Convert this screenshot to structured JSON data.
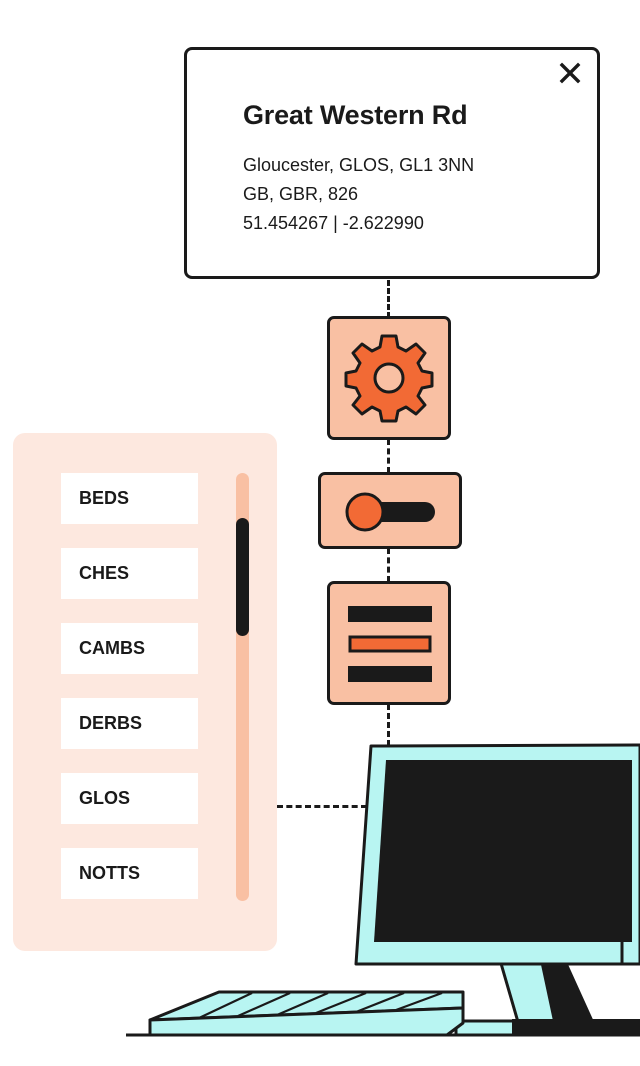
{
  "location_card": {
    "title": "Great Western Rd",
    "address_line": "Gloucester, GLOS, GL1 3NN",
    "country_line": "GB, GBR, 826",
    "coordinates_line": "51.454267 | -2.622990",
    "close_icon": "close-icon"
  },
  "pipeline_icons": [
    "gear-icon",
    "toggle-icon",
    "document-lines-icon"
  ],
  "county_list": {
    "items": [
      "BEDS",
      "CHES",
      "CAMBS",
      "DERBS",
      "GLOS",
      "NOTTS"
    ]
  },
  "colors": {
    "ink": "#1a1a1a",
    "accent_orange": "#f26a35",
    "block_peach": "#f9c0a3",
    "panel_pink": "#fde8df",
    "screen_cyan": "#b8f5f2"
  }
}
